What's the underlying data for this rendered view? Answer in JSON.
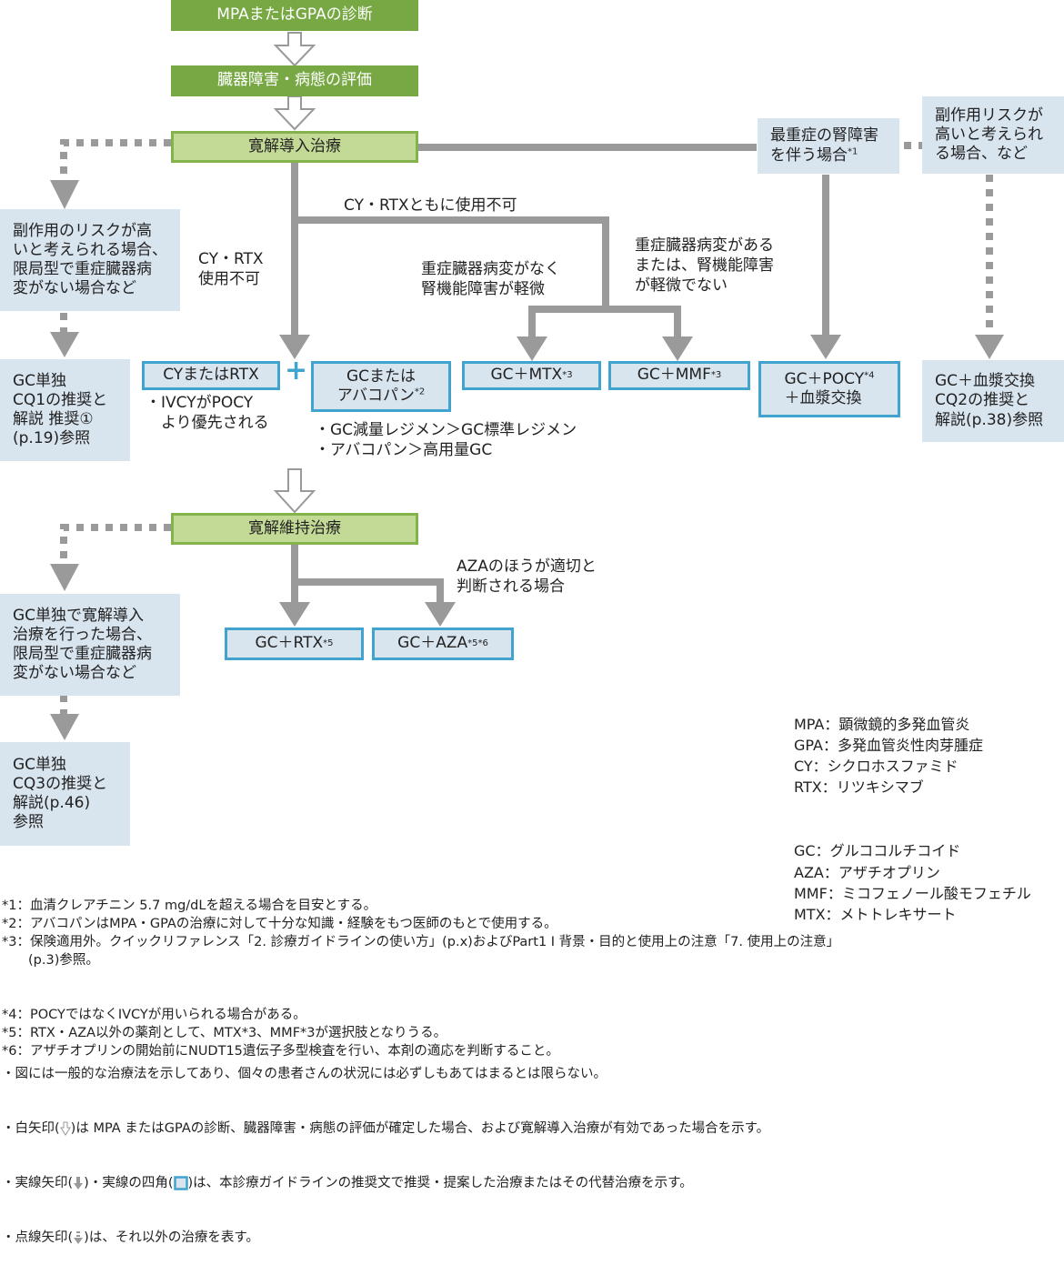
{
  "colors": {
    "dark_green": "#78a844",
    "light_green": "#c3da96",
    "green_border": "#83b34a",
    "blue_border": "#40a4cf",
    "box_fill": "#d8e4ee",
    "arrow_gray": "#9a9a9a"
  },
  "steps": {
    "diagnosis": "MPAまたはGPAの診断",
    "evaluation": "臓器障害・病態の評価",
    "induction": "寛解導入治療",
    "maintenance": "寛解維持治療"
  },
  "induction_branch": {
    "left_condition": [
      "副作用のリスクが高",
      "いと考えられる場合、",
      "限局型で重症臓器病",
      "変がない場合など"
    ],
    "left_result": [
      "GC単独",
      "CQ1の推奨と",
      "解説 推奨①",
      "(p.19)参照"
    ],
    "cy_rtx_unavailable": [
      "CY・RTX",
      "使用不可"
    ],
    "both_unavailable": "CY・RTXともに使用不可",
    "mild_condition": [
      "重症臓器病変がなく",
      "腎機能障害が軽微"
    ],
    "severe_condition": [
      "重症臓器病変がある",
      "または、腎機能障害",
      "が軽微でない"
    ],
    "renal_condition": [
      "最重症の腎障害",
      "を伴う場合"
    ],
    "renal_condition_note": "*1",
    "right_condition": [
      "副作用リスクが",
      "高いと考えられ",
      "る場合、など"
    ],
    "right_result": [
      "GC＋血漿交換",
      "CQ2の推奨と",
      "解説(p.38)参照"
    ],
    "cy_or_rtx": "CYまたはRTX",
    "plus": "+",
    "gc_or_avacopan": [
      "GCまたは",
      "アバコパン"
    ],
    "gc_or_avacopan_note": "*2",
    "cy_note": [
      "・IVCYがPOCY",
      "　より優先される"
    ],
    "gc_notes": [
      "・GC減量レジメン＞GC標準レジメン",
      "・アバコパン＞高用量GC"
    ],
    "gc_mtx": "GC＋MTX",
    "gc_mtx_note": "*3",
    "gc_mmf": "GC＋MMF",
    "gc_mmf_note": "*3",
    "gc_pocy": [
      "GC＋POCY",
      "＋血漿交換"
    ],
    "gc_pocy_note": "*4"
  },
  "maintenance_branch": {
    "left_condition": [
      "GC単独で寛解導入",
      "治療を行った場合、",
      "限局型で重症臓器病",
      "変がない場合など"
    ],
    "left_result": [
      "GC単独",
      "CQ3の推奨と",
      "解説(p.46)",
      "参照"
    ],
    "aza_condition": [
      "AZAのほうが適切と",
      "判断される場合"
    ],
    "gc_rtx": "GC＋RTX",
    "gc_rtx_note": "*5",
    "gc_aza": "GC＋AZA",
    "gc_aza_note": "*5*6"
  },
  "abbreviations": [
    "MPA：顕微鏡的多発血管炎",
    "GPA：多発血管炎性肉芽腫症",
    "CY：シクロホスファミド",
    "RTX：リツキシマブ",
    "GC：グルココルチコイド",
    "AZA：アザチオプリン",
    "MMF：ミコフェノール酸モフェチル",
    "MTX：メトトレキサート"
  ],
  "footnotes": [
    "*1：血清クレアチニン 5.7 mg/dLを超える場合を目安とする。",
    "*2：アバコパンはMPA・GPAの治療に対して十分な知識・経験をもつ医師のもとで使用する。",
    "*3：保険適用外。クイックリファレンス「2. 診療ガイドラインの使い方」(p.x)およびPart1 Ⅰ 背景・目的と使用上の注意「7. 使用上の注意」",
    "　　(p.3)参照。",
    "*4：POCYではなくIVCYが用いられる場合がある。",
    "*5：RTX・AZA以外の薬剤として、MTX*3、MMF*3が選択肢となりうる。",
    "*6：アザチオプリンの開始前にNUDT15遺伝子多型検査を行い、本剤の適応を判断すること。"
  ],
  "legend": {
    "general": "・図には一般的な治療法を示してあり、個々の患者さんの状況には必ずしもあてはまるとは限らない。",
    "white_arrow_pre": "・白矢印(",
    "white_arrow_post": ")は MPA またはGPAの診断、臓器障害・病態の評価が確定した場合、および寛解導入治療が有効であった場合を示す。",
    "solid_arrow_pre": "・実線矢印(",
    "solid_arrow_mid": ")・実線の四角(",
    "solid_arrow_post": ")は、本診療ガイドラインの推奨文で推奨・提案した治療またはその代替治療を示す。",
    "dotted_arrow_pre": "・点線矢印(",
    "dotted_arrow_post": ")は、それ以外の治療を表す。"
  }
}
